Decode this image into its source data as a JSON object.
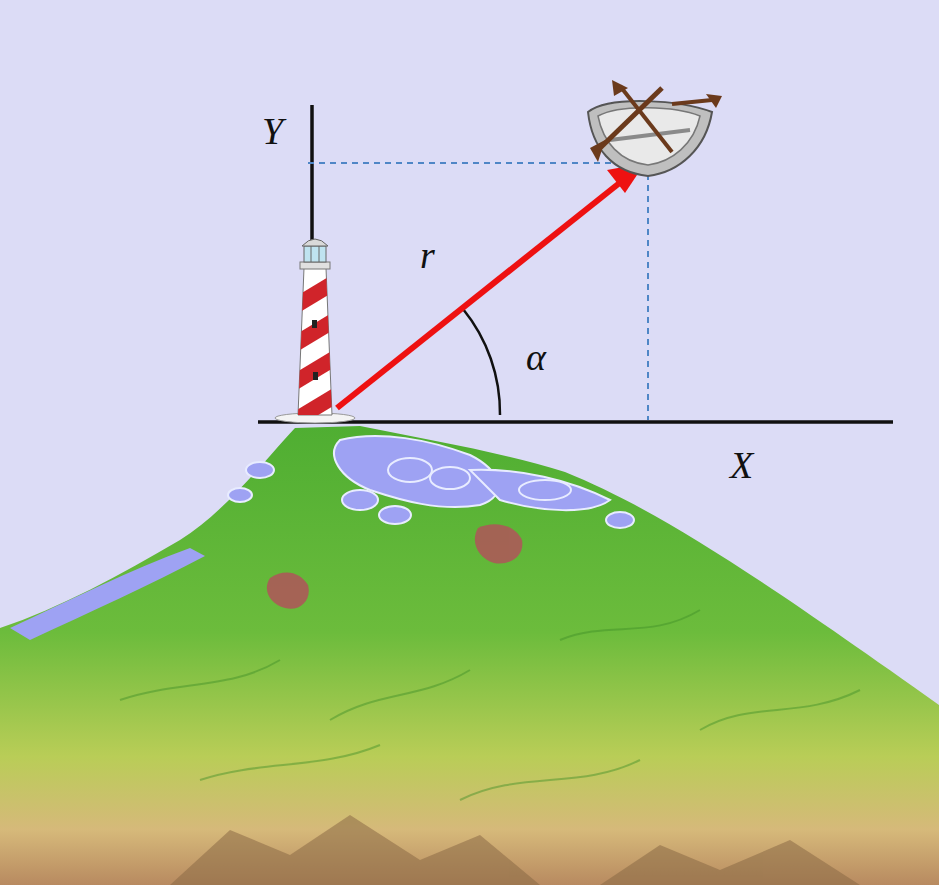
{
  "diagram": {
    "labels": [
      "Y",
      "r",
      "α",
      "X"
    ]
  }
}
